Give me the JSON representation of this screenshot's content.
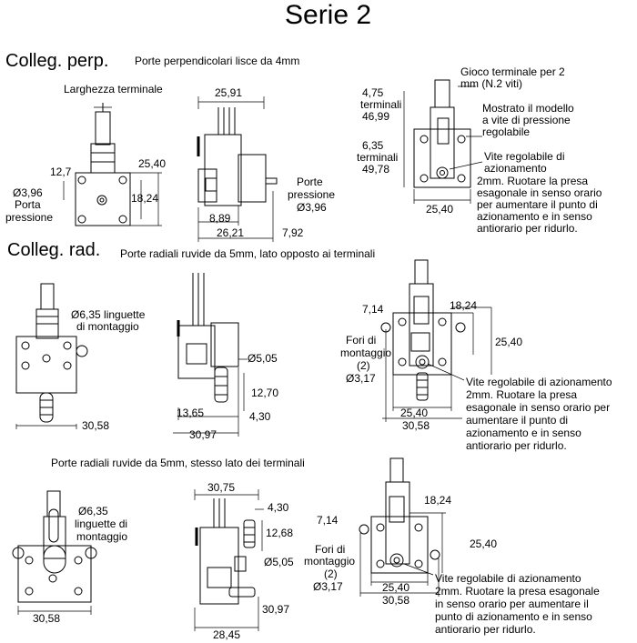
{
  "title": "Serie 2",
  "sec1": {
    "heading": "Colleg. perp.",
    "caption": "Porte perpendicolari lisce da 4mm",
    "front": {
      "width_label": "Larghezza terminale",
      "d1": "12,7",
      "d2": "25,40",
      "d3": "18,24",
      "d4": "Ø3,96",
      "d5": "Porta",
      "d6": "pressione"
    },
    "side": {
      "d1": "25,91",
      "d2": "Porte",
      "d3": "pressione",
      "d4": "Ø3,96",
      "d5": "8,89",
      "d6": "26,21",
      "d7": "7,92"
    },
    "right": {
      "t1a": "4,75",
      "t1b": "terminali",
      "t1c": "46,99",
      "t2a": "6,35",
      "t2b": "terminali",
      "t2c": "49,78",
      "d1": "25,40",
      "n1": "Gioco terminale per 2",
      "n2": "mm (N.2 viti)",
      "n3": "Mostrato il modello",
      "n4": "a vite di pressione",
      "n5": "regolabile",
      "n6": "Vite regolabile di",
      "n7": "azionamento",
      "n8": "2mm. Ruotare la presa",
      "n9": "esagonale in senso orario",
      "n10": "per aumentare il punto di",
      "n11": "azionamento e in senso",
      "n12": "antiorario per ridurlo."
    }
  },
  "sec2": {
    "heading": "Colleg. rad.",
    "caption": "Porte radiali ruvide da 5mm, lato opposto ai terminali",
    "front": {
      "l1": "Ø6,35 linguette",
      "l2": "di montaggio",
      "d1": "30,58"
    },
    "side": {
      "d1": "Ø5,05",
      "d2": "12,70",
      "d3": "13,65",
      "d4": "4,30",
      "d5": "30,97"
    },
    "right": {
      "d1": "7,14",
      "d2": "18,24",
      "d3": "25,40",
      "f1": "Fori di",
      "f2": "montaggio",
      "f3": "(2)",
      "f4": "Ø3,17",
      "d4": "25,40",
      "d5": "30,58",
      "n1": "Vite regolabile di azionamento",
      "n2": "2mm. Ruotare la presa",
      "n3": "esagonale in senso orario per",
      "n4": "aumentare il punto di",
      "n5": "azionamento e in senso",
      "n6": "antiorario per ridurlo."
    }
  },
  "sec3": {
    "caption": "Porte radiali ruvide da 5mm, stesso lato dei terminali",
    "front": {
      "l1": "Ø6,35",
      "l2": "linguette di",
      "l3": "montaggio",
      "d1": "30,58"
    },
    "side": {
      "d1": "30,75",
      "d2": "4,30",
      "d3": "12,68",
      "d4": "Ø5,05",
      "d5": "30,97",
      "d6": "28,45"
    },
    "right": {
      "d1": "18,24",
      "d2": "7,14",
      "d3": "25,40",
      "f1": "Fori di",
      "f2": "montaggio",
      "f3": "(2)",
      "f4": "Ø3,17",
      "d4": "25,40",
      "d5": "30,58",
      "n1": "Vite regolabile di azionamento",
      "n2": "2mm. Ruotare la presa esagonale",
      "n3": "in senso orario per aumentare il",
      "n4": "punto di azionamento e in senso",
      "n5": "antiorario per ridurlo."
    }
  }
}
